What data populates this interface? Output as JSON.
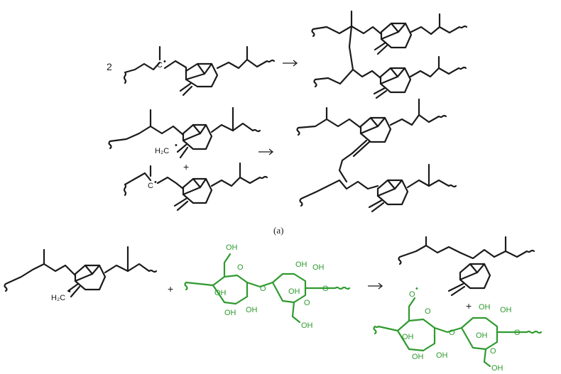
{
  "labels": {
    "coefficient": "2",
    "radical_c": "C",
    "radical_dot": "•",
    "ch2": "H₂C",
    "plus": "+",
    "panel_a": "(a)",
    "oh": "OH",
    "o": "O",
    "o_radical": "O"
  },
  "colors": {
    "polymer": "#1a1a1a",
    "cellulose": "#2e9a2e"
  }
}
